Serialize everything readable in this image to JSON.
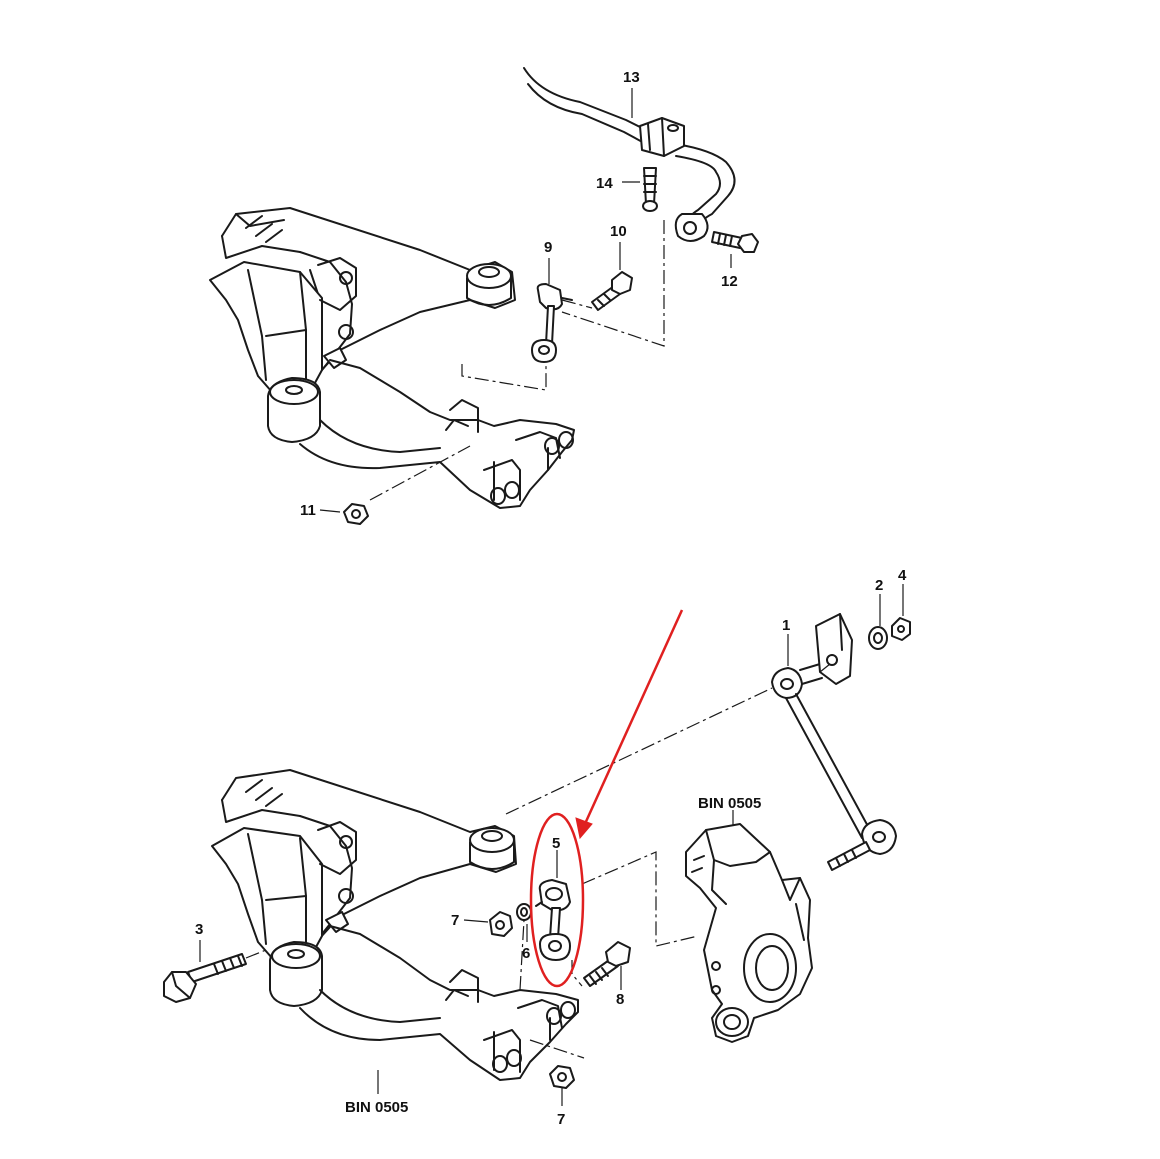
{
  "diagram": {
    "top_callouts": [
      "13",
      "14",
      "9",
      "10",
      "12",
      "11"
    ],
    "bottom_callouts": [
      "1",
      "2",
      "4",
      "3",
      "5",
      "6",
      "7",
      "7",
      "8"
    ],
    "references": [
      "BIN 0505",
      "BIN 0505"
    ],
    "highlight_color": "#e02020"
  }
}
